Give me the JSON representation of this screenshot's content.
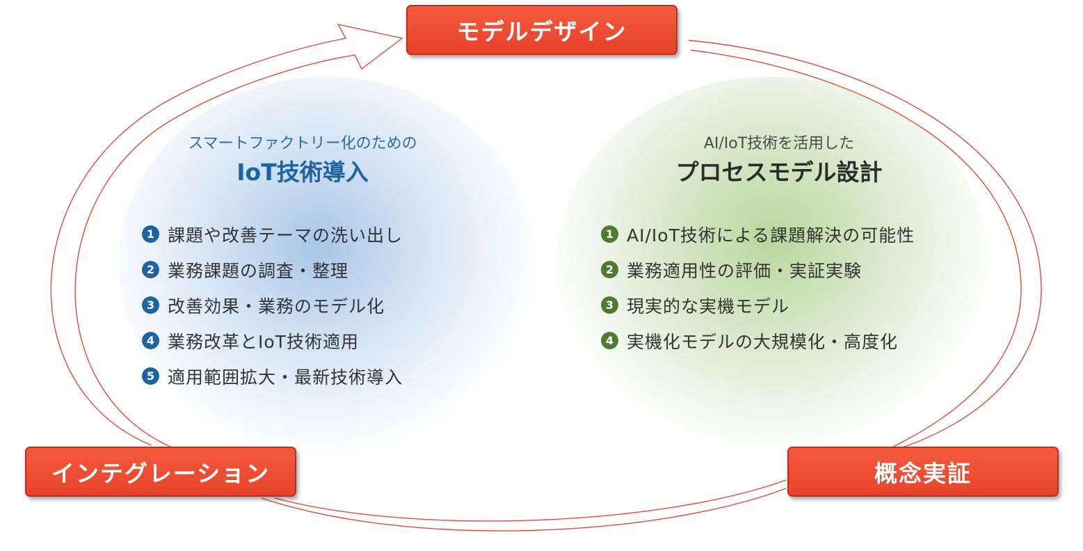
{
  "stages": {
    "model_design": "モデルデザイン",
    "integration": "インテグレーション",
    "proof_of_concept": "概念実証"
  },
  "iot_panel": {
    "subtitle": "スマートファクトリー化のための",
    "title": "IoT技術導入",
    "items": [
      {
        "num": "1",
        "text": "課題や改善テーマの洗い出し"
      },
      {
        "num": "2",
        "text": "業務課題の調査・整理"
      },
      {
        "num": "3",
        "text": "改善効果・業務のモデル化"
      },
      {
        "num": "4",
        "text": "業務改革とIoT技術適用"
      },
      {
        "num": "5",
        "text": "適用範囲拡大・最新技術導入"
      }
    ]
  },
  "process_panel": {
    "subtitle": "AI/IoT技術を活用した",
    "title": "プロセスモデル設計",
    "items": [
      {
        "num": "1",
        "text": "AI/IoT技術による課題解決の可能性"
      },
      {
        "num": "2",
        "text": "業務適用性の評価・実証実験"
      },
      {
        "num": "3",
        "text": "現実的な実機モデル"
      },
      {
        "num": "4",
        "text": "実機化モデルの大規模化・高度化"
      }
    ]
  },
  "colors": {
    "stage_fill": "#f0502f",
    "cycle_stroke": "#e04a3a",
    "iot_accent": "#1d63a2",
    "process_accent": "#4f7a32"
  }
}
